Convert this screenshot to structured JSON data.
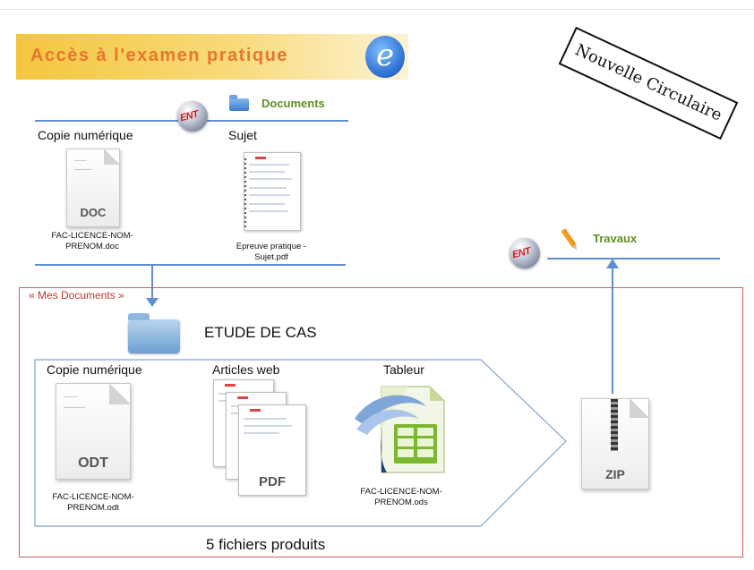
{
  "banner": {
    "title": "Accès à l'examen pratique",
    "logo_letter": "e"
  },
  "stamp": {
    "text": "Nouvelle Circulaire"
  },
  "documents": {
    "label": "Documents",
    "ent_text": "ENT",
    "copie": {
      "label": "Copie numérique",
      "ext": "DOC",
      "filename_l1": "FAC-LICENCE-NOM-",
      "filename_l2": "PRENOM.doc"
    },
    "sujet": {
      "label": "Sujet",
      "filename_l1": "Epreuve pratique -",
      "filename_l2": "Sujet.pdf"
    }
  },
  "travaux": {
    "label": "Travaux",
    "ent_text": "ENT"
  },
  "mes_documents": {
    "label": "« Mes Documents »",
    "folder_title": "ETUDE DE CAS",
    "copie": {
      "label": "Copie numérique",
      "ext": "ODT",
      "filename_l1": "FAC-LICENCE-NOM-",
      "filename_l2": "PRENOM.odt"
    },
    "articles": {
      "label": "Articles web",
      "ext": "PDF"
    },
    "tableur": {
      "label": "Tableur",
      "filename_l1": "FAC-LICENCE-NOM-",
      "filename_l2": "PRENOM.ods"
    },
    "zip": {
      "ext": "ZIP"
    },
    "footer": "5 fichiers produits"
  },
  "colors": {
    "line": "#5f8fcf",
    "box_border": "#d06060",
    "banner_text": "#e8762d",
    "green": "#5e8f22"
  }
}
